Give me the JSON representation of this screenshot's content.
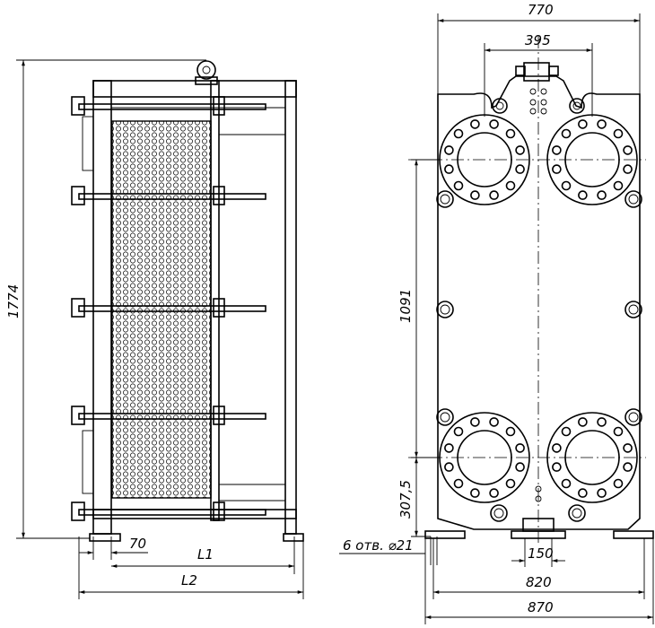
{
  "dimensions": {
    "total_height": "1774",
    "foot_offset": "70",
    "length_1": "L1",
    "length_2": "L2",
    "overall_width_top": "770",
    "port_spacing_top": "395",
    "port_vertical_spacing": "1091",
    "lower_port_height": "307,5",
    "mounting_holes": "6 отв. ⌀21",
    "bottom_port_width": "150",
    "foot_spacing": "820",
    "overall_width_bottom": "870"
  },
  "colors": {
    "line": "#000000",
    "background": "#ffffff"
  }
}
